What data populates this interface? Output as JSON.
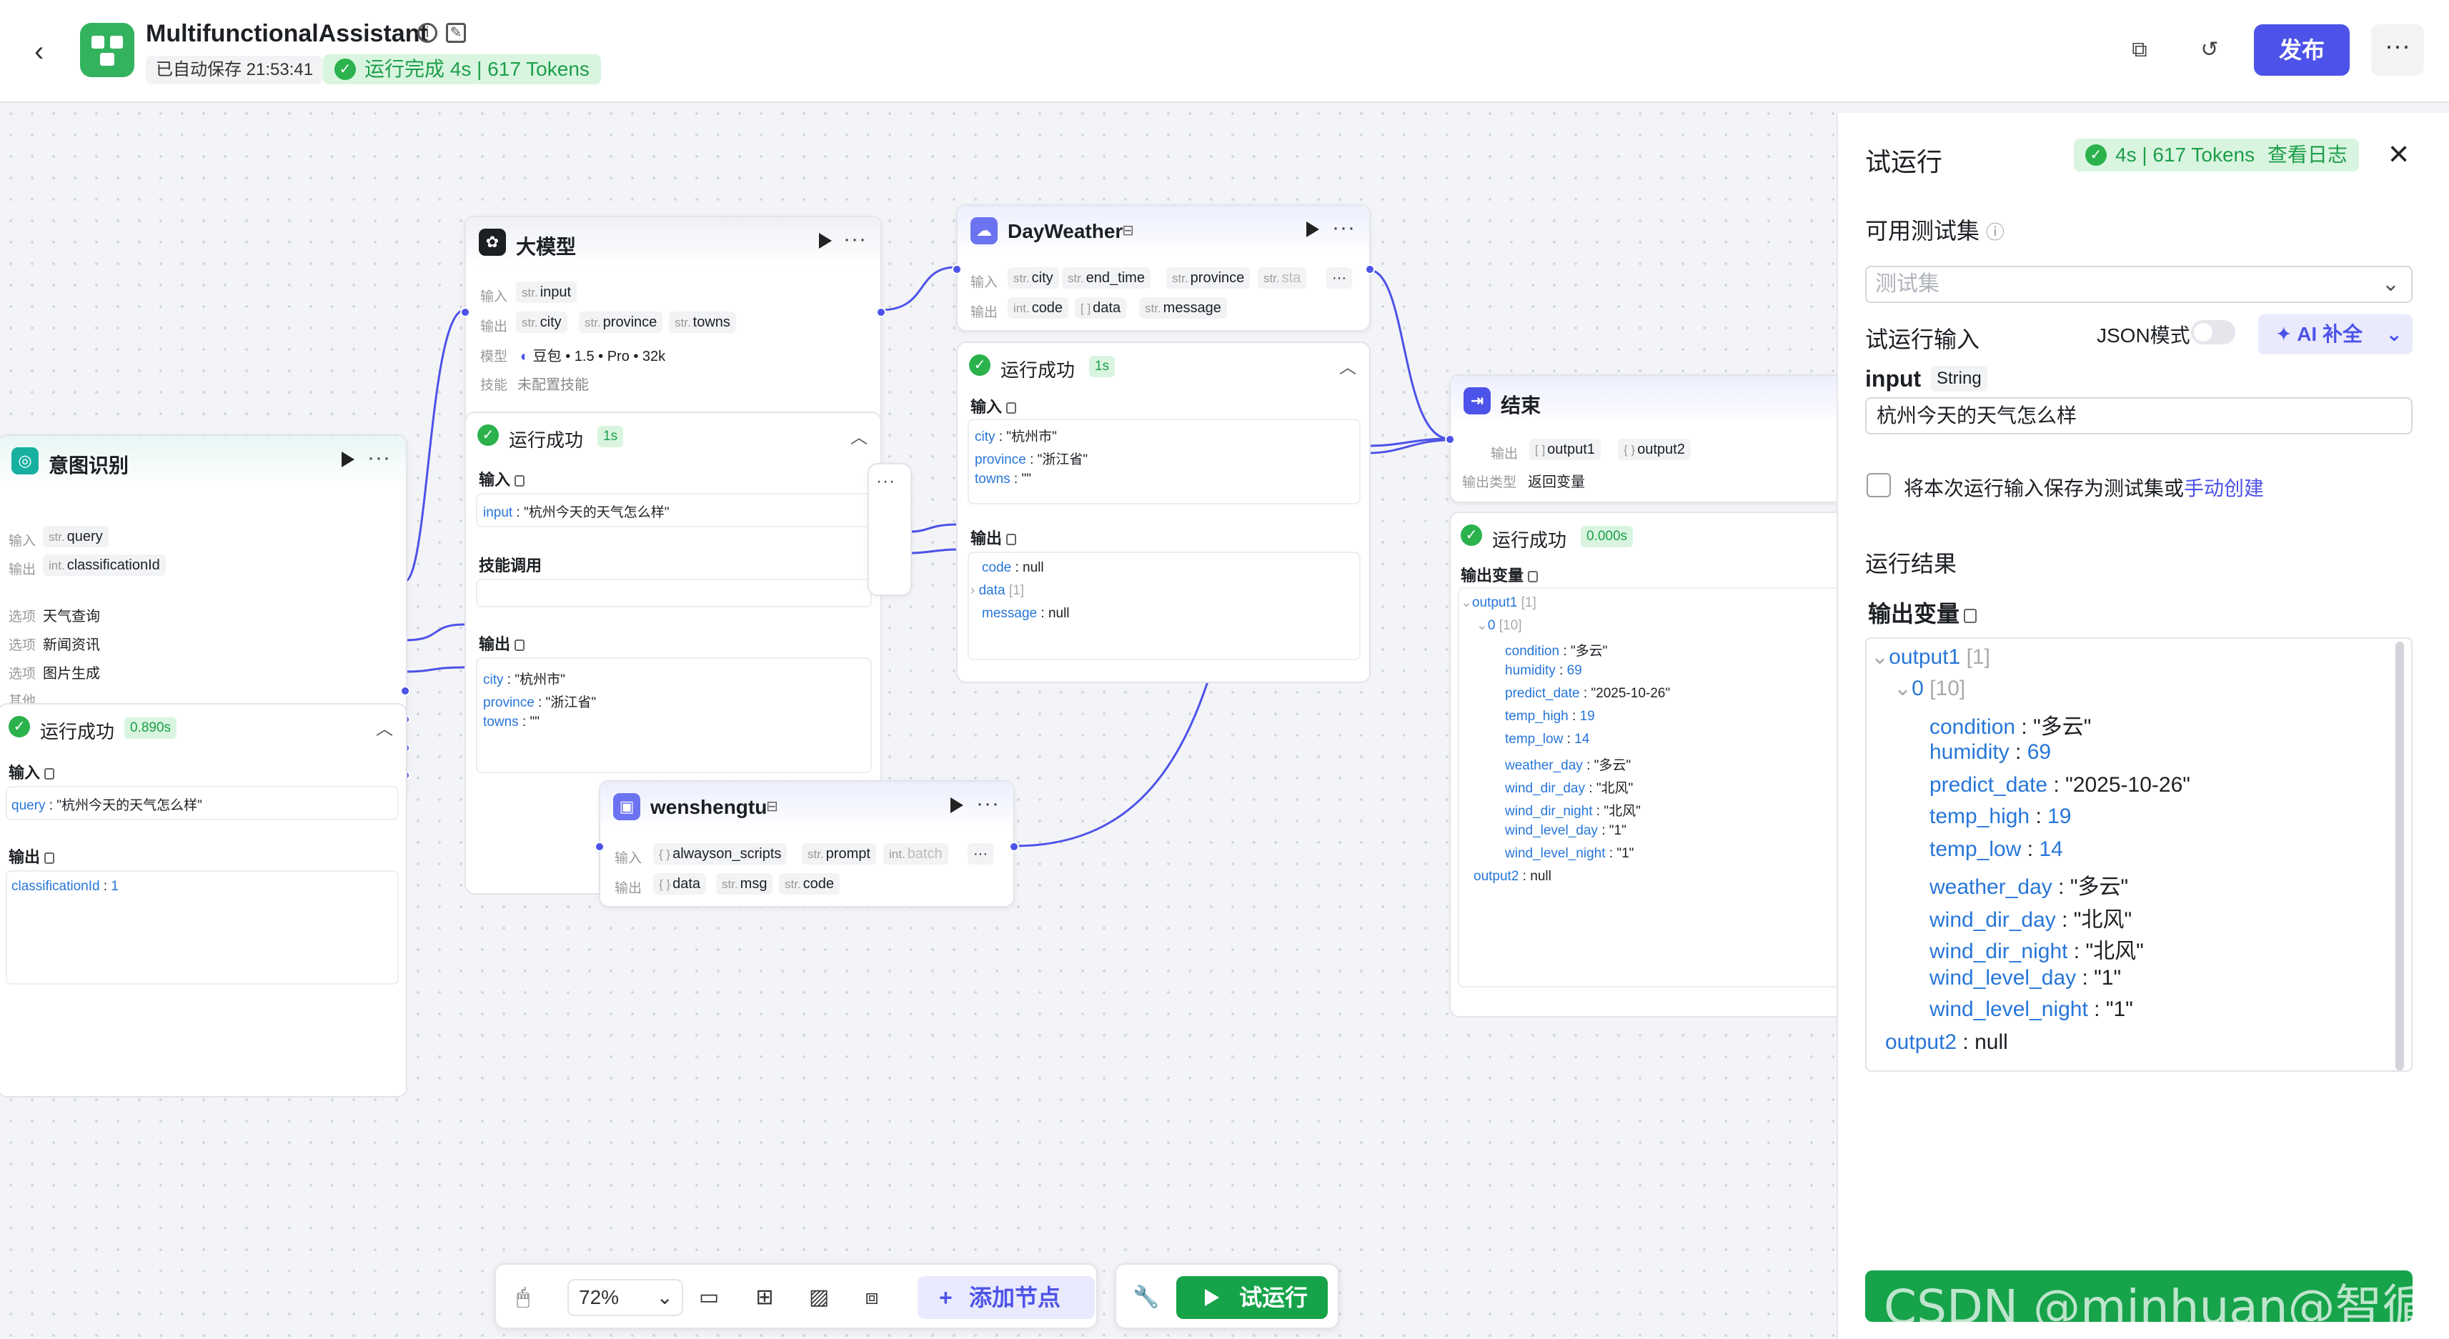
{
  "header": {
    "app_title": "MultifunctionalAssistant",
    "autosave": "已自动保存 21:53:41",
    "run_status": "运行完成 4s | 617 Tokens",
    "publish_label": "发布"
  },
  "nodes": {
    "intent": {
      "title": "意图识别",
      "input_label": "输入",
      "input_type": "str.",
      "input_name": "query",
      "output_label": "输出",
      "output_type": "int.",
      "output_name": "classificationId",
      "options": [
        {
          "label": "选项",
          "value": "天气查询"
        },
        {
          "label": "选项",
          "value": "新闻资讯"
        },
        {
          "label": "选项",
          "value": "图片生成"
        },
        {
          "label": "其他",
          "value": ""
        }
      ],
      "result": {
        "status": "运行成功",
        "time": "0.890s",
        "input_title": "输入",
        "input_key": "query",
        "input_val": "\"杭州今天的天气怎么样\"",
        "output_title": "输出",
        "output_key": "classificationId",
        "output_val": "1"
      }
    },
    "llm": {
      "title": "大模型",
      "input_label": "输入",
      "input_type": "str.",
      "input_name": "input",
      "output_label": "输出",
      "outputs": [
        "city",
        "province",
        "towns"
      ],
      "output_type": "str.",
      "model_label": "模型",
      "model_value": "豆包 • 1.5 • Pro • 32k",
      "skill_label": "技能",
      "skill_value": "未配置技能",
      "result": {
        "status": "运行成功",
        "time": "1s",
        "input_title": "输入",
        "input_key": "input",
        "input_val": "\"杭州今天的天气怎么样\"",
        "skill_title": "技能调用",
        "output_title": "输出",
        "outputs": [
          {
            "k": "city",
            "v": "\"杭州市\""
          },
          {
            "k": "province",
            "v": "\"浙江省\""
          },
          {
            "k": "towns",
            "v": "\"\""
          }
        ]
      }
    },
    "weather": {
      "title": "DayWeather",
      "input_label": "输入",
      "inputs": [
        "city",
        "end_time",
        "province",
        "sta"
      ],
      "input_type": "str.",
      "output_label": "输出",
      "output_code": "code",
      "output_data": "data",
      "output_message": "message",
      "result": {
        "status": "运行成功",
        "time": "1s",
        "input_title": "输入",
        "inputs": [
          {
            "k": "city",
            "v": "\"杭州市\""
          },
          {
            "k": "province",
            "v": "\"浙江省\""
          },
          {
            "k": "towns",
            "v": "\"\""
          }
        ],
        "output_title": "输出",
        "outputs": [
          {
            "k": "code",
            "v": "null"
          },
          {
            "k": "data",
            "v": "[1]"
          },
          {
            "k": "message",
            "v": "null"
          }
        ]
      }
    },
    "end": {
      "title": "结束",
      "output_label": "输出",
      "outputs": [
        "output1",
        "output2"
      ],
      "type_label": "输出类型",
      "type_value": "返回变量",
      "result": {
        "status": "运行成功",
        "time": "0.000s",
        "vars_title": "输出变量",
        "lines": [
          {
            "k": "output1",
            "v": "[1]"
          },
          {
            "k": "0",
            "v": "[10]"
          },
          {
            "k": "condition",
            "v": "\"多云\""
          },
          {
            "k": "humidity",
            "v": "69"
          },
          {
            "k": "predict_date",
            "v": "\"2025-10-26\""
          },
          {
            "k": "temp_high",
            "v": "19"
          },
          {
            "k": "temp_low",
            "v": "14"
          },
          {
            "k": "weather_day",
            "v": "\"多云\""
          },
          {
            "k": "wind_dir_day",
            "v": "\"北风\""
          },
          {
            "k": "wind_dir_night",
            "v": "\"北风\""
          },
          {
            "k": "wind_level_day",
            "v": "\"1\""
          },
          {
            "k": "wind_level_night",
            "v": "\"1\""
          },
          {
            "k": "output2",
            "v": "null"
          }
        ]
      }
    },
    "wensheng": {
      "title": "wenshengtu",
      "input_label": "输入",
      "inputs": [
        "alwayson_scripts",
        "prompt",
        "batch"
      ],
      "output_label": "输出",
      "outputs": [
        "data",
        "msg",
        "code"
      ]
    }
  },
  "toolbar": {
    "zoom": "72%",
    "add_node": "添加节点",
    "test_run": "试运行"
  },
  "right_panel": {
    "title": "试运行",
    "badge": "4s | 617 Tokens",
    "view_log": "查看日志",
    "testset_label": "可用测试集",
    "testset_placeholder": "测试集",
    "run_input_label": "试运行输入",
    "json_mode": "JSON模式",
    "ai_fill": "AI 补全",
    "input_name": "input",
    "input_type": "String",
    "input_value": "杭州今天的天气怎么样",
    "save_text": "将本次运行输入保存为测试集或",
    "manual_create": "手动创建",
    "result_label": "运行结果",
    "vars_label": "输出变量",
    "result_lines": [
      {
        "k": "output1",
        "v": "[1]"
      },
      {
        "k": "0",
        "v": "[10]"
      },
      {
        "k": "condition",
        "v": "\"多云\""
      },
      {
        "k": "humidity",
        "v": "69"
      },
      {
        "k": "predict_date",
        "v": "\"2025-10-26\""
      },
      {
        "k": "temp_high",
        "v": "19"
      },
      {
        "k": "temp_low",
        "v": "14"
      },
      {
        "k": "weather_day",
        "v": "\"多云\""
      },
      {
        "k": "wind_dir_day",
        "v": "\"北风\""
      },
      {
        "k": "wind_dir_night",
        "v": "\"北风\""
      },
      {
        "k": "wind_level_day",
        "v": "\"1\""
      },
      {
        "k": "wind_level_night",
        "v": "\"1\""
      },
      {
        "k": "output2",
        "v": "null"
      }
    ],
    "watermark": "CSDN @minhuan@智循AI"
  },
  "colors": {
    "accent": "#4d53e8",
    "success": "#16a34a",
    "success_bg": "#d9f5e0",
    "key_blue": "#2776d8"
  }
}
